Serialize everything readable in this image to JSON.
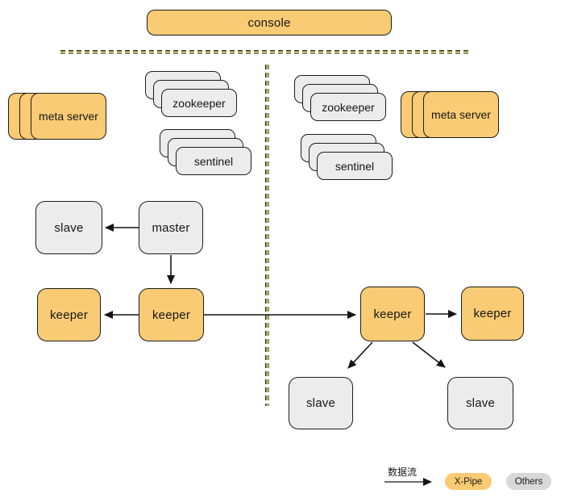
{
  "console": {
    "label": "console"
  },
  "left_idc": {
    "meta_server_label": "meta server",
    "zookeeper_label": "zookeeper",
    "sentinel_label": "sentinel",
    "slave_label": "slave",
    "master_label": "master",
    "keeper_secondary_label": "keeper",
    "keeper_primary_label": "keeper"
  },
  "right_idc": {
    "zookeeper_label": "zookeeper",
    "meta_server_label": "meta server",
    "sentinel_label": "sentinel",
    "keeper_primary_label": "keeper",
    "keeper_secondary_label": "keeper",
    "slave_a_label": "slave",
    "slave_b_label": "slave"
  },
  "legend": {
    "flow_label": "数据流",
    "xpipe_label": "X-Pipe",
    "others_label": "Others"
  },
  "colors": {
    "xpipe_orange": "#F9CB74",
    "others_gray": "#ECECEC",
    "legend_others_gray": "#D8D8D8",
    "line_black": "#141414",
    "boundary_dash_dark": "#33310F",
    "boundary_dash_light": "#C9C36A"
  }
}
